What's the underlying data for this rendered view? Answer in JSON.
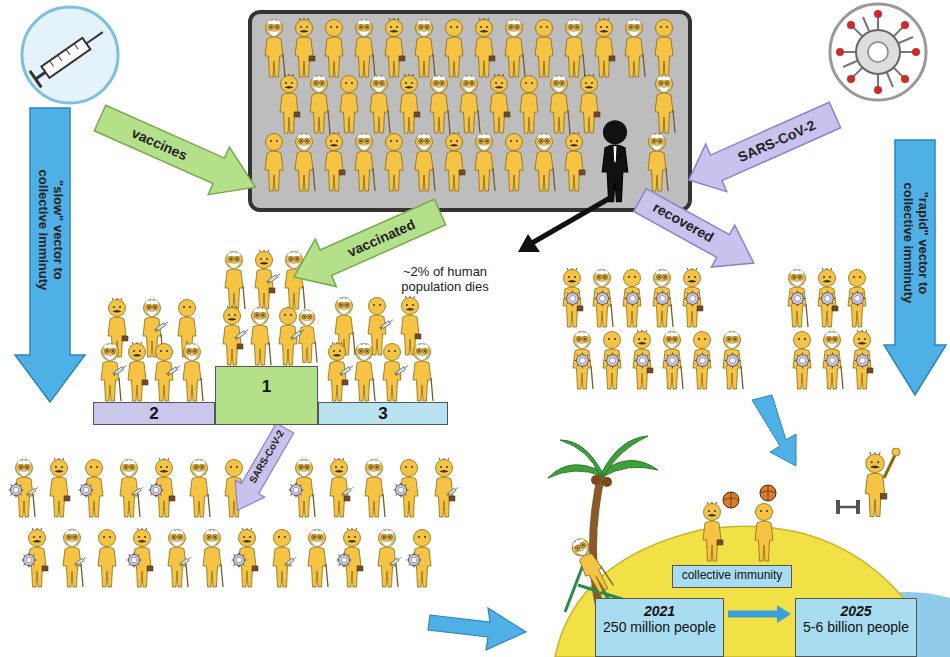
{
  "diagram": {
    "nodes": [
      {
        "text": [
          "2"
        ]
      },
      {
        "text": [
          "1"
        ]
      },
      {
        "text": [
          "3"
        ]
      },
      {
        "text": [
          "collective immunity"
        ]
      },
      {
        "text": [
          "2021",
          "250 million people"
        ]
      },
      {
        "text": [
          "2025",
          "5-6 billion people"
        ]
      }
    ],
    "edges": [
      {
        "from": 4,
        "to": 5,
        "arrow": "to"
      }
    ],
    "labels": [
      "vaccines",
      "SARS-CoV-2",
      "vaccinated",
      "~2% of human population dies",
      "recovered",
      "\"slow\" vector to collective imminuty",
      "\"rapid\" vector to collective imminuty",
      "SARS-CoV-2"
    ]
  }
}
